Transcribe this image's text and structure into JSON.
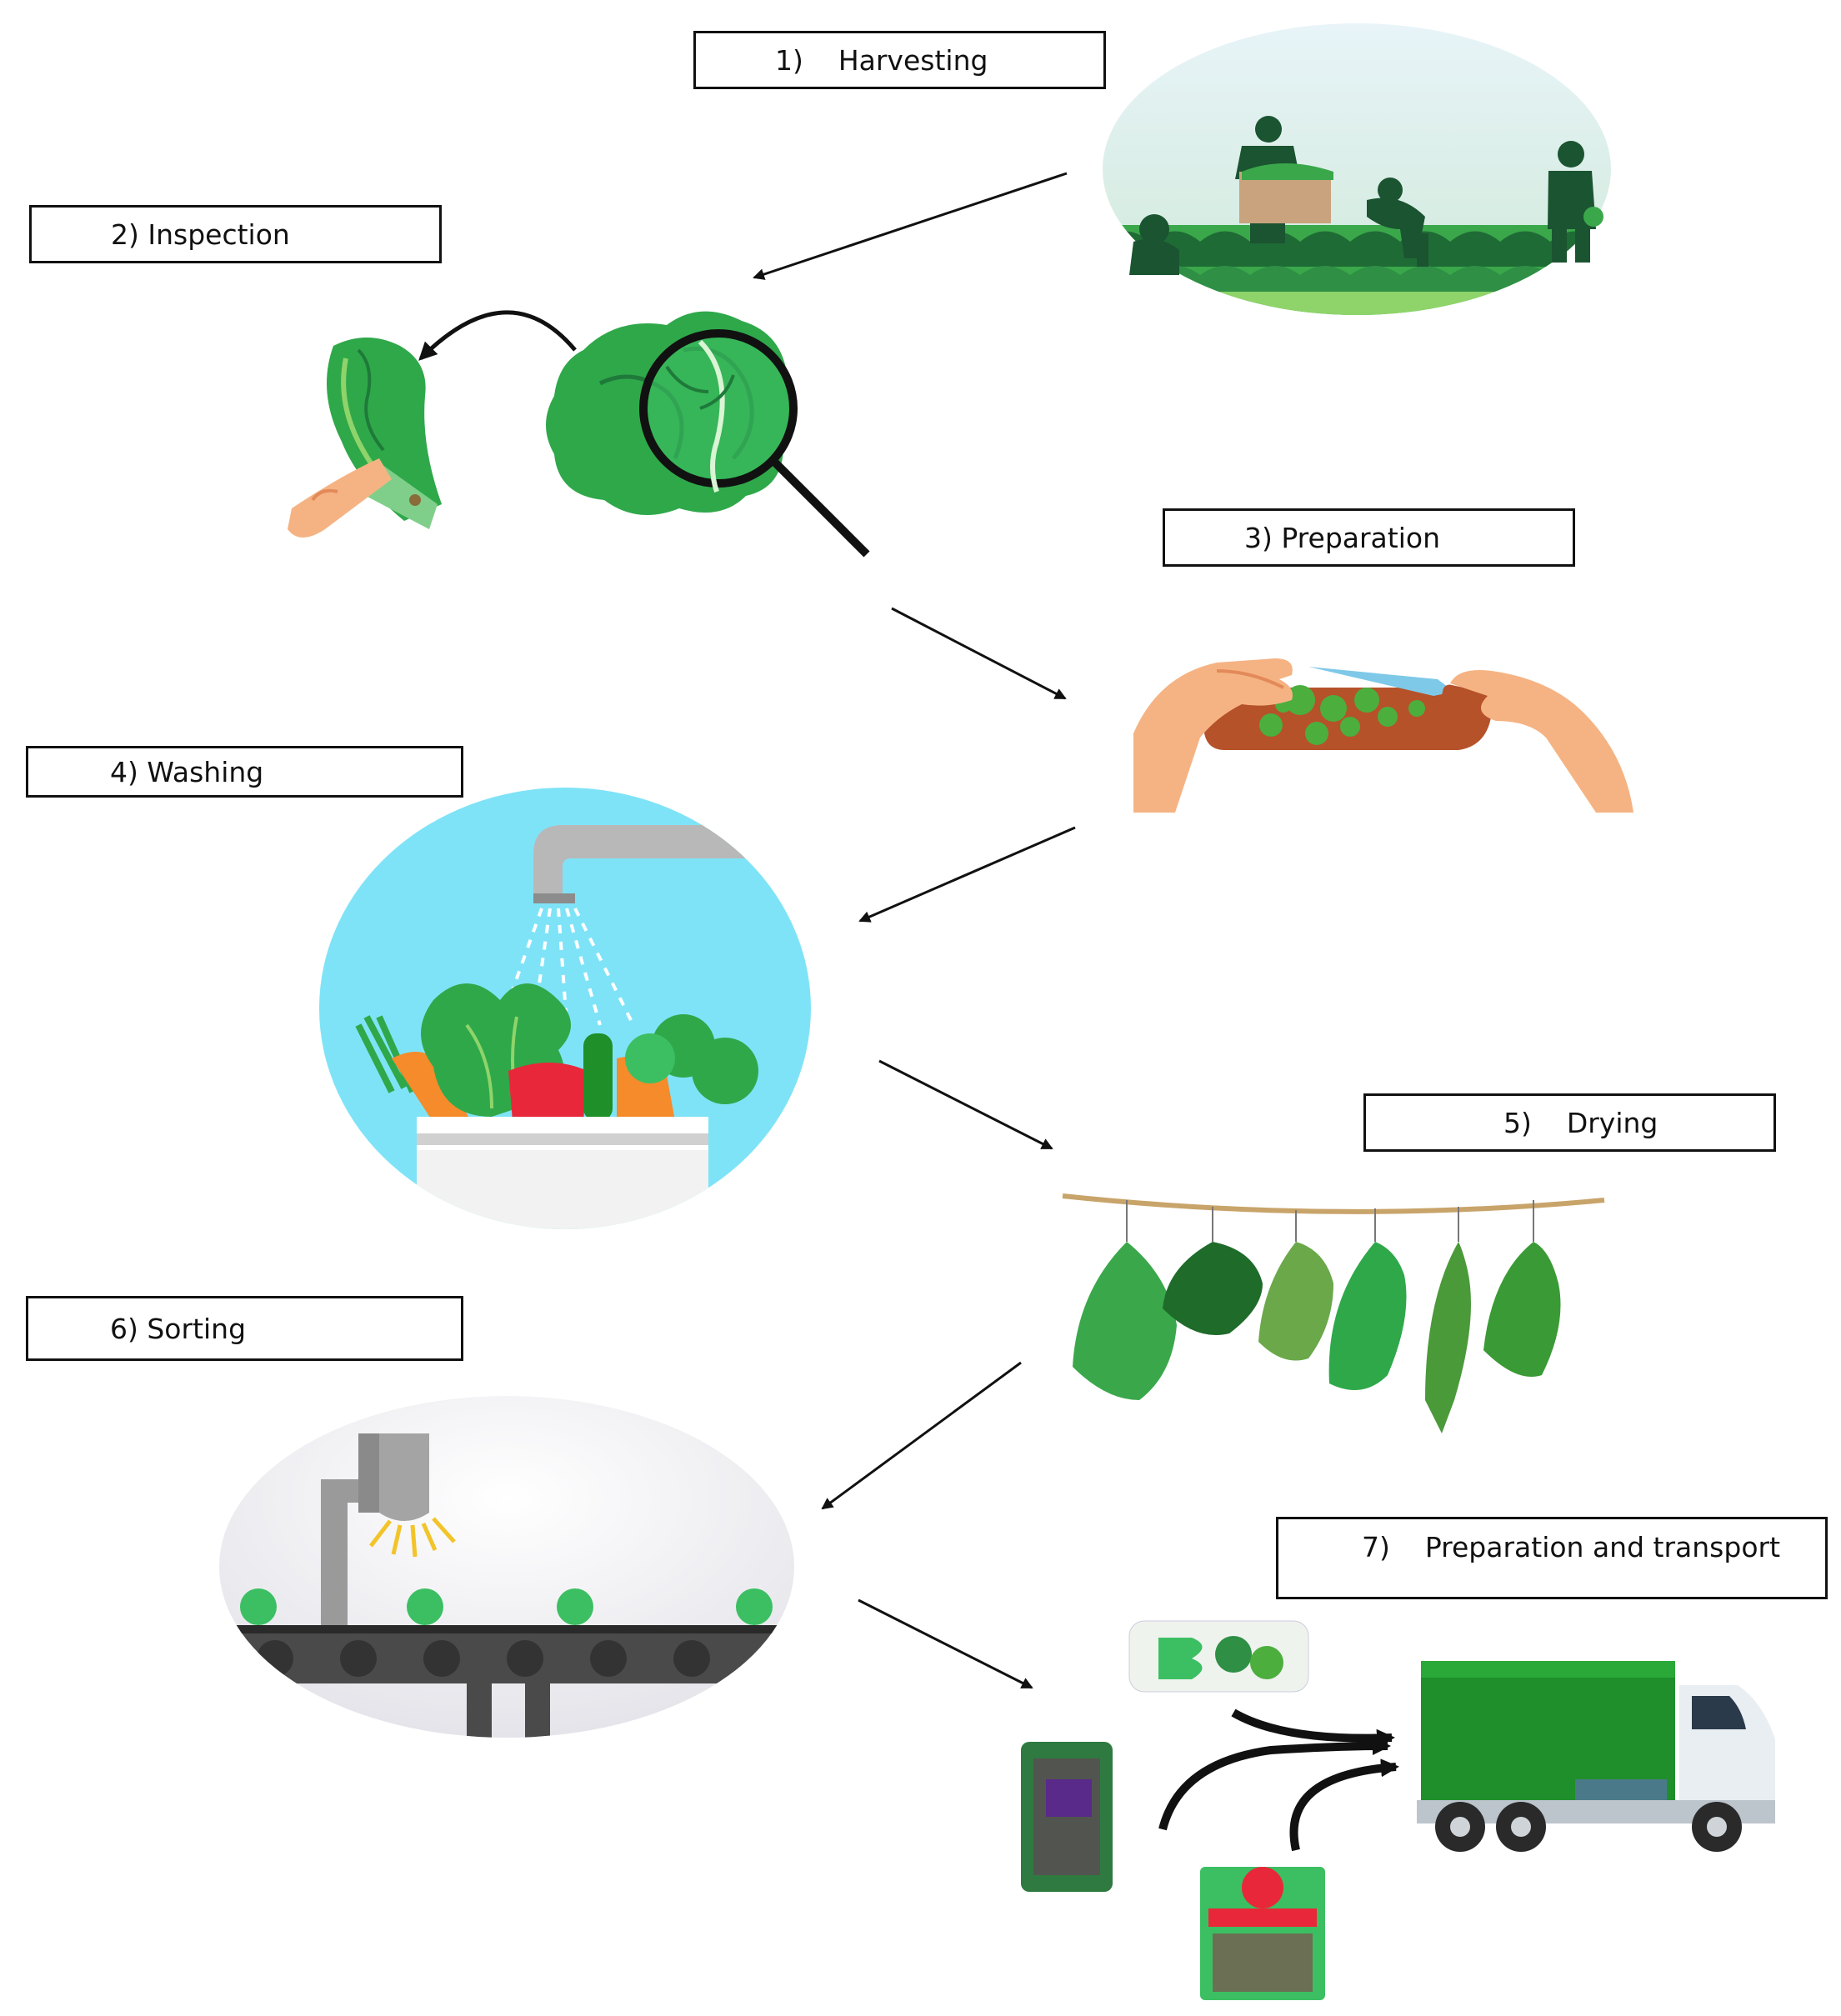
{
  "steps": [
    {
      "label": "1)    Harvesting"
    },
    {
      "label": "2) Inspection"
    },
    {
      "label": "3) Preparation"
    },
    {
      "label": "4) Washing"
    },
    {
      "label": "5)    Drying"
    },
    {
      "label": "6) Sorting"
    },
    {
      "label": "7)    Preparation and transport"
    }
  ],
  "colors": {
    "leaf_dark": "#1f7a3a",
    "leaf": "#2fa84a",
    "leaf_light": "#8fd46a",
    "sky_blue": "#7fe3f7",
    "truck_green": "#1e8f2a",
    "skin": "#f5b383",
    "board": "#b5522a",
    "conveyor": "#4a4a4a"
  },
  "icons": [
    "harvest-scene-icon",
    "lettuce-hand-icon",
    "magnifier-lettuce-icon",
    "cutting-board-icon",
    "washing-sink-icon",
    "drying-herbs-icon",
    "sorting-conveyor-icon",
    "salad-packages-icon",
    "truck-icon"
  ]
}
